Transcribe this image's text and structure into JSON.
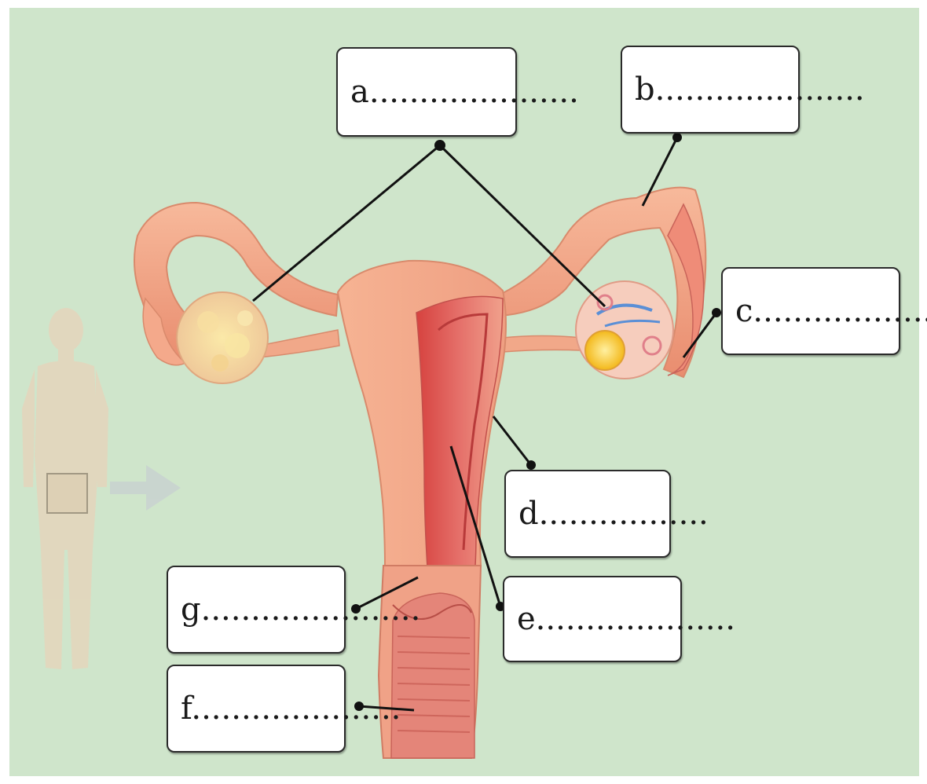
{
  "labels": {
    "a": "a.....................",
    "b": "b.....................",
    "c": "c......................",
    "d": "d.................",
    "e": "e....................",
    "f": "f.....................",
    "g": "g......................"
  },
  "colors": {
    "background": "#cfe5cb",
    "tissue_light": "#f2ab8c",
    "tissue_dark": "#d9534f",
    "ovary": "#f5d7a6",
    "follicle": "#f4c21f",
    "leader_line": "#111111"
  }
}
